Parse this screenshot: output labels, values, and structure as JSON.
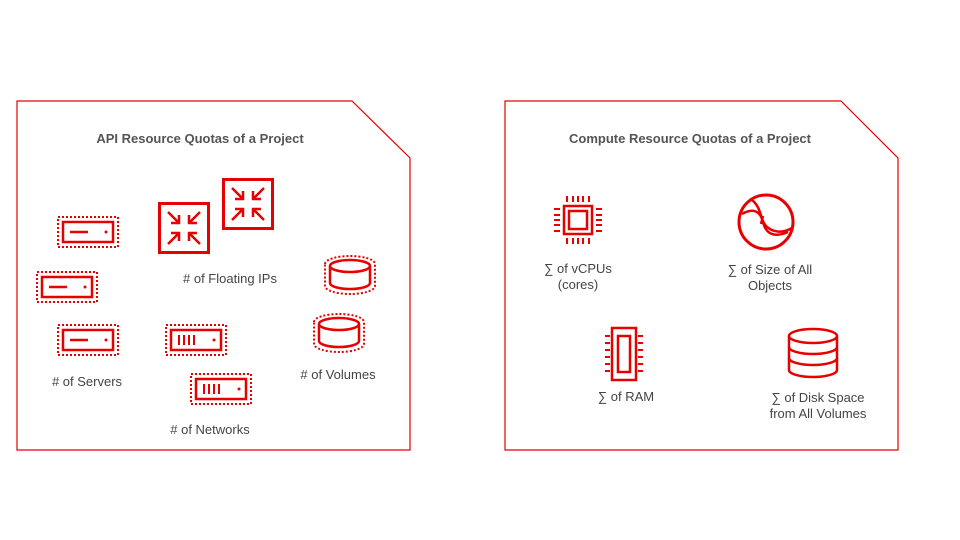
{
  "colors": {
    "accent": "#e60000",
    "text": "#444444",
    "title": "#555555"
  },
  "api_panel": {
    "title": "API Resource Quotas of a Project",
    "floating_ips_label": "# of Floating IPs",
    "servers_label": "# of Servers",
    "volumes_label": "# of Volumes",
    "networks_label": "# of Networks"
  },
  "compute_panel": {
    "title": "Compute Resource Quotas of a Project",
    "vcpus_label_line1": "∑ of vCPUs",
    "vcpus_label_line2": "(cores)",
    "objects_label_line1": "∑ of Size of All",
    "objects_label_line2": "Objects",
    "ram_label": "∑ of RAM",
    "disk_label_line1": "∑ of Disk Space",
    "disk_label_line2": "from All Volumes"
  }
}
